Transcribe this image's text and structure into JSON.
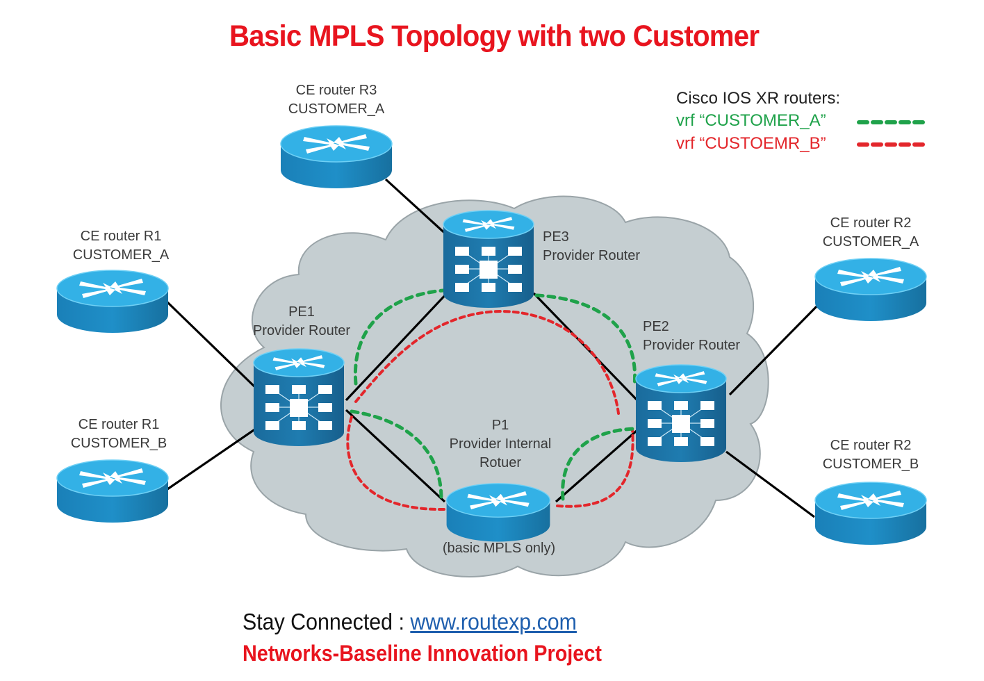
{
  "title": "Basic MPLS Topology with two Customer",
  "legend": {
    "heading": "Cisco IOS XR routers:",
    "items": [
      {
        "label": "vrf “CUSTOMER_A”",
        "color": "#1fa24a",
        "style": "dashed"
      },
      {
        "label": "vrf “CUSTOEMR_B”",
        "color": "#e3262b",
        "style": "dashed"
      }
    ]
  },
  "nodes": {
    "ce_r3_a": {
      "line1": "CE router R3",
      "line2": "CUSTOMER_A",
      "type": "ce-router"
    },
    "ce_r1_a": {
      "line1": "CE router R1",
      "line2": "CUSTOMER_A",
      "type": "ce-router"
    },
    "ce_r1_b": {
      "line1": "CE router R1",
      "line2": "CUSTOMER_B",
      "type": "ce-router"
    },
    "ce_r2_a": {
      "line1": "CE router R2",
      "line2": "CUSTOMER_A",
      "type": "ce-router"
    },
    "ce_r2_b": {
      "line1": "CE router R2",
      "line2": "CUSTOMER_B",
      "type": "ce-router"
    },
    "pe1": {
      "line1": "PE1",
      "line2": "Provider Router",
      "type": "pe-router"
    },
    "pe2": {
      "line1": "PE2",
      "line2": "Provider Router",
      "type": "pe-router"
    },
    "pe3": {
      "line1": "PE3",
      "line2": "Provider Router",
      "type": "pe-router"
    },
    "p1": {
      "line1": "P1",
      "line2": "Provider Internal",
      "line3": "Rotuer",
      "note": "(basic MPLS only)",
      "type": "p-router"
    }
  },
  "links": [
    {
      "from": "ce_r3_a",
      "to": "pe3"
    },
    {
      "from": "ce_r1_a",
      "to": "pe1"
    },
    {
      "from": "ce_r1_b",
      "to": "pe1"
    },
    {
      "from": "ce_r2_a",
      "to": "pe2"
    },
    {
      "from": "ce_r2_b",
      "to": "pe2"
    },
    {
      "from": "pe1",
      "to": "pe3"
    },
    {
      "from": "pe3",
      "to": "pe2"
    },
    {
      "from": "pe1",
      "to": "p1"
    },
    {
      "from": "p1",
      "to": "pe2"
    }
  ],
  "vrf_paths": [
    {
      "vrf": "CUSTOMER_A",
      "segments": [
        "pe1-pe3",
        "pe3-pe2",
        "pe1-p1",
        "p1-pe2"
      ]
    },
    {
      "vrf": "CUSTOEMR_B",
      "segments": [
        "pe1-pe2 via top",
        "pe1-p1",
        "p1-pe2"
      ]
    }
  ],
  "colors": {
    "title": "#e8141e",
    "cloud_fill": "#c5ced1",
    "router_top": "#35b4e8",
    "router_side": "#1a7db3",
    "pe_body": "#1d6e9e",
    "vrf_a": "#1fa24a",
    "vrf_b": "#e3262b",
    "link": "#000000"
  },
  "footer": {
    "stay_label": "Stay Connected : ",
    "link_text": "www.routexp.com",
    "project": "Networks-Baseline Innovation Project"
  }
}
